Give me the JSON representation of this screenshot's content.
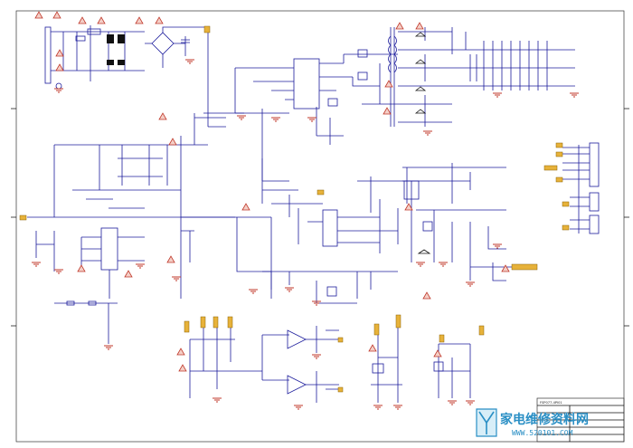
{
  "labels": {
    "tb_title": "FSP077-4PI01",
    "watermark": "家电维修资料网",
    "watermark_url": "WWW.520101.COM"
  },
  "colors": {
    "wire": "#1c1c9c",
    "warning": "#c0392b",
    "power_pin": "#e7b23a",
    "watermark": "#2a8fc5"
  },
  "icons": {
    "warning": "warning-triangle-icon",
    "ground": "ground-icon"
  }
}
